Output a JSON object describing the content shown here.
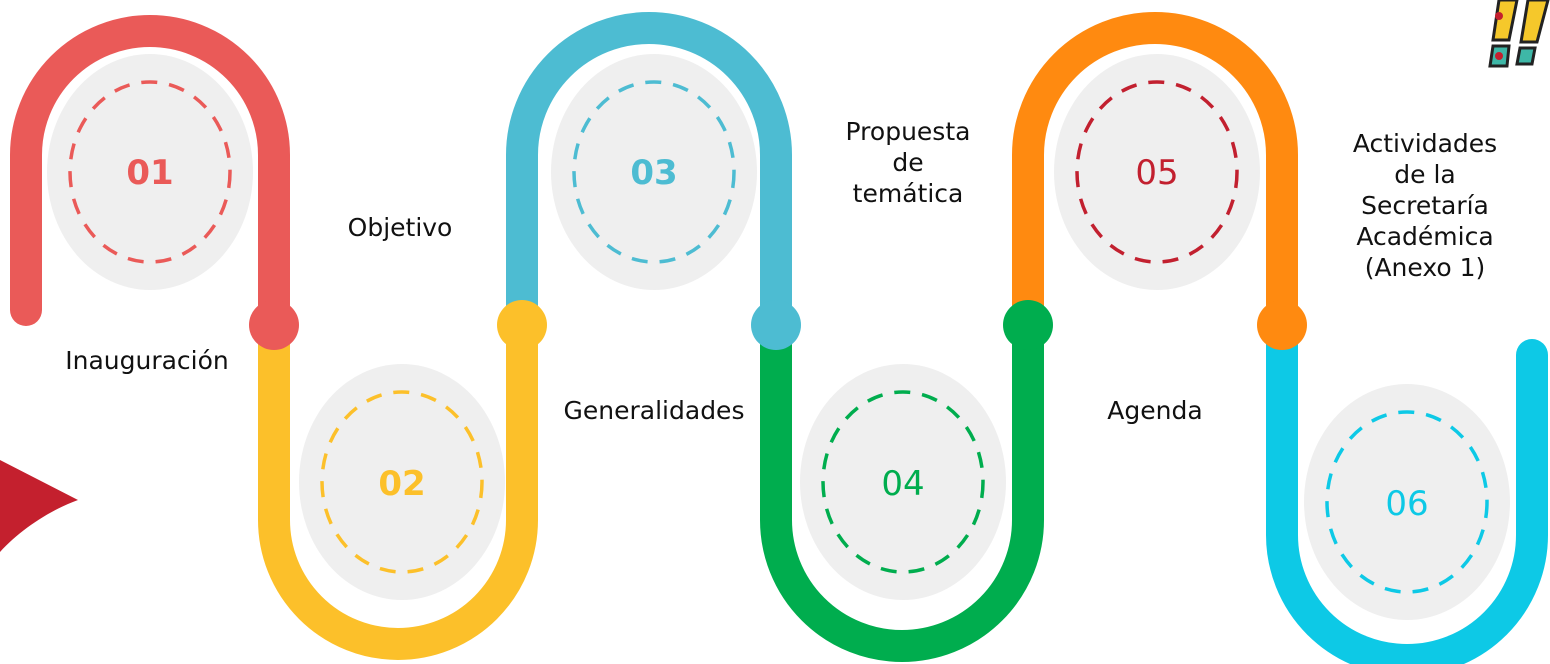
{
  "steps": [
    {
      "number": "01",
      "label": [
        "Inauguración"
      ],
      "color": "#EA5A58",
      "dash_color": "#EA5A58",
      "number_color": "#EA5A58",
      "number_weight": "bold"
    },
    {
      "number": "02",
      "label": [
        "Objetivo"
      ],
      "color": "#FCC02A",
      "dash_color": "#FCC02A",
      "number_color": "#FCC02A",
      "number_weight": "bold"
    },
    {
      "number": "03",
      "label": [
        "Generalidades"
      ],
      "color": "#4DBCD2",
      "dash_color": "#4DBCD2",
      "number_color": "#4DBCD2",
      "number_weight": "bold"
    },
    {
      "number": "04",
      "label": [
        "Propuesta",
        "de",
        "temática"
      ],
      "color": "#00AD4E",
      "dash_color": "#00AD4E",
      "number_color": "#00AD4E",
      "number_weight": "light"
    },
    {
      "number": "05",
      "label": [
        "Agenda"
      ],
      "color": "#FF8A10",
      "dash_color": "#C2202F",
      "number_color": "#C2202F",
      "number_weight": "light"
    },
    {
      "number": "06",
      "label": [
        "Actividades",
        "de la",
        "Secretaría",
        "Académica",
        "(Anexo 1)"
      ],
      "color": "#0DC9E6",
      "dash_color": "#0DC9E6",
      "number_color": "#0DC9E6",
      "number_weight": "light"
    }
  ],
  "colors": {
    "circle_fill": "#EFEFEF",
    "decor_red": "#C4202E",
    "decor_yellow": "#F5C82B",
    "decor_teal": "#3EB7A7"
  }
}
